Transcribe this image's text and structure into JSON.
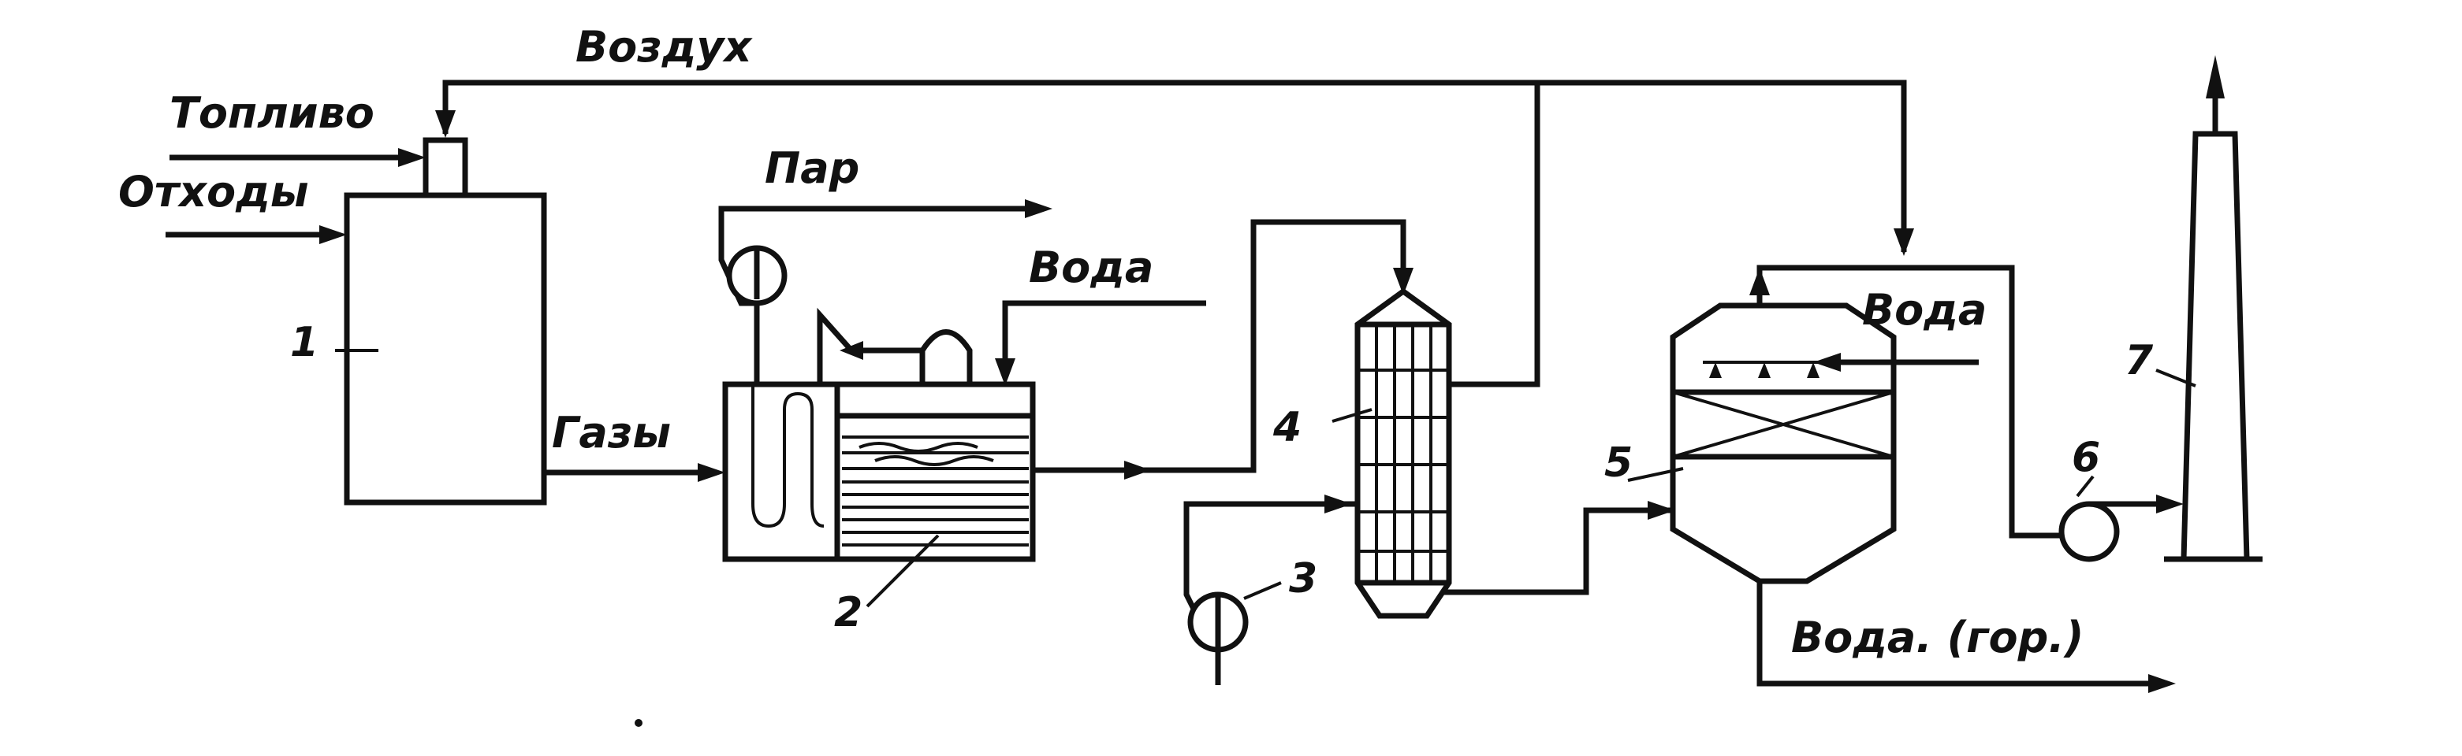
{
  "labels": {
    "air": "Воздух",
    "fuel": "Топливо",
    "waste": "Отходы",
    "steam": "Пар",
    "water_in_boiler": "Вода",
    "gases": "Газы",
    "water_in_scrubber": "Вода",
    "hot_water_out": "Вода. (гор.)"
  },
  "numbers": {
    "furnace": "1",
    "boiler": "2",
    "pump": "3",
    "heat_exchanger": "4",
    "scrubber": "5",
    "fan": "6",
    "stack": "7"
  }
}
